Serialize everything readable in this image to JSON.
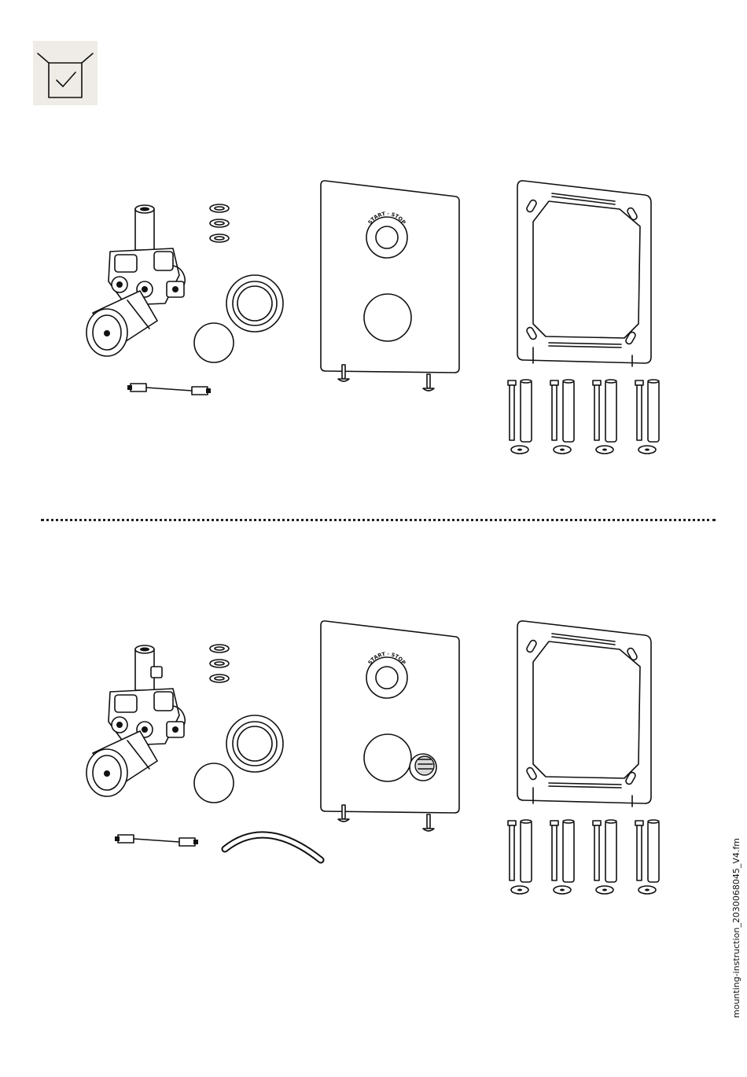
{
  "header": {
    "icon": "package-contents-check-icon"
  },
  "variants": [
    {
      "id": "variant-1",
      "parts": [
        "concealed-valve-body",
        "o-rings",
        "round-cover-disc",
        "escutcheon-ring",
        "connection-cable",
        "cover-plate",
        "screws",
        "mounting-frame",
        "bolts-and-sleeves",
        "washers"
      ],
      "button_text": "START · STOP"
    },
    {
      "id": "variant-2",
      "parts": [
        "concealed-valve-body",
        "o-rings",
        "round-cover-disc",
        "escutcheon-ring",
        "connection-cable",
        "hose",
        "cover-plate-with-knob",
        "screws",
        "mounting-frame",
        "bolts-and-sleeves",
        "washers"
      ],
      "button_text": "START · STOP"
    }
  ],
  "footer": {
    "filename": "mounting-instruction_2030068045_V4.fm"
  }
}
